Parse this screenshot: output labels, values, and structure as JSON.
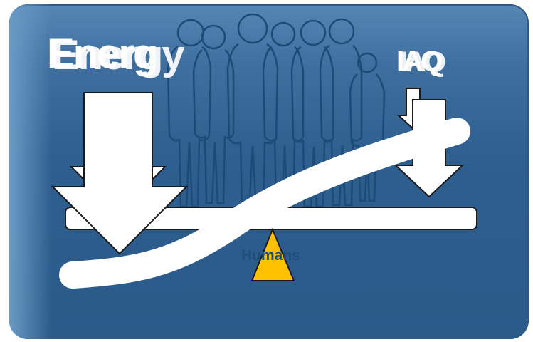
{
  "diagram": {
    "energy_label": "Energ",
    "energy_label_ghost": "Energy",
    "iaq_label": "IAQ",
    "iaq_label_ghost": "IAQ",
    "humans_label": "Humans"
  },
  "colors": {
    "card": "#2f5f8f",
    "arrows": "#ffffff",
    "fulcrum": "#ffc000",
    "people_outline": "#1e4a77"
  }
}
